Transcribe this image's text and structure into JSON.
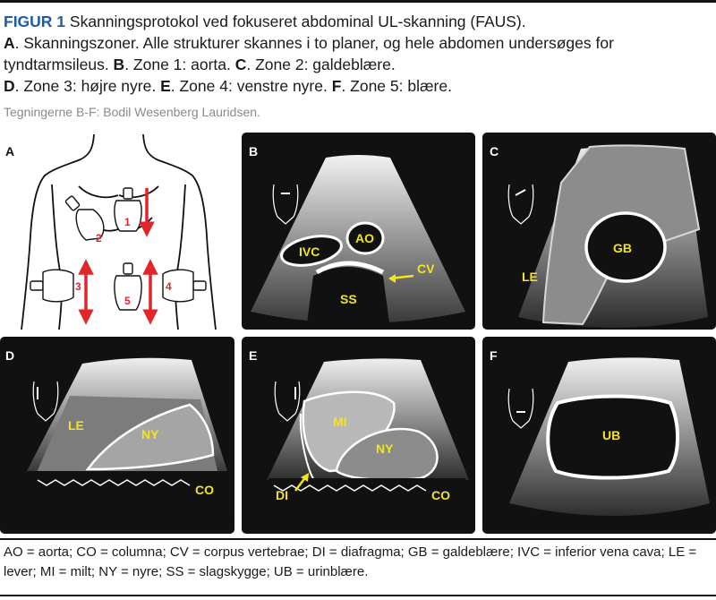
{
  "caption": {
    "figure_label": "FIGUR 1",
    "line1": " Skanningsprotokol ved fokuseret abdominal UL-skanning (FAUS).",
    "a_key": "A",
    "a_text": ". Skanningszoner. Alle strukturer skannes i to planer, og hele abdomen undersøges for tyndtarmsileus. ",
    "b_key": "B",
    "b_text": ". Zone 1: aorta. ",
    "c_key": "C",
    "c_text": ". Zone 2: galdeblære.",
    "d_key": "D",
    "d_text": ". Zone 3: højre nyre. ",
    "e_key": "E",
    "e_text": ". Zone 4: venstre nyre. ",
    "f_key": "F",
    "f_text": ". Zone 5: blære.",
    "credit": "Tegningerne B-F: Bodil Wesenberg Lauridsen."
  },
  "panels": {
    "A": {
      "label": "A",
      "zones": [
        "1",
        "2",
        "3",
        "4",
        "5"
      ]
    },
    "B": {
      "label": "B",
      "structures": [
        "IVC",
        "AO",
        "CV",
        "SS"
      ]
    },
    "C": {
      "label": "C",
      "structures": [
        "GB",
        "LE"
      ]
    },
    "D": {
      "label": "D",
      "structures": [
        "LE",
        "NY",
        "CO"
      ]
    },
    "E": {
      "label": "E",
      "structures": [
        "MI",
        "NY",
        "DI",
        "CO"
      ]
    },
    "F": {
      "label": "F",
      "structures": [
        "UB"
      ]
    }
  },
  "legend": "AO = aorta; CO = columna; CV = corpus vertebrae; DI = diafragma; GB = galdeblære; IVC = inferior vena cava; LE = lever; MI = milt; NY = nyre; SS = slagskygge; UB = urinblære.",
  "colors": {
    "figure_label": "#1f5aa6",
    "labels": "#f3e41d",
    "arrows": "#e0262b",
    "panel_bg": "#111111"
  }
}
